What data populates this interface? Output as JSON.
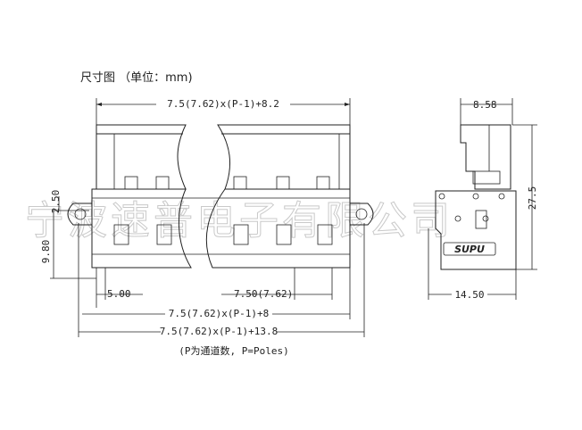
{
  "title": "尺寸图 （单位：mm)",
  "watermark": "宁波速普电子有限公司",
  "brand": "SUPU",
  "dims": {
    "top_overall": "7.5(7.62)x(P-1)+8.2",
    "height_2_50": "2.50",
    "height_9_80": "9.80",
    "offset_5_00": "5.00",
    "pitch": "7.50(7.62)",
    "bottom_1": "7.5(7.62)x(P-1)+8",
    "bottom_2": "7.5(7.62)x(P-1)+13.8",
    "note": "(P为通道数, P=Poles)",
    "side_width_top": "8.58",
    "side_height": "27.5",
    "side_width_bottom": "14.50"
  }
}
